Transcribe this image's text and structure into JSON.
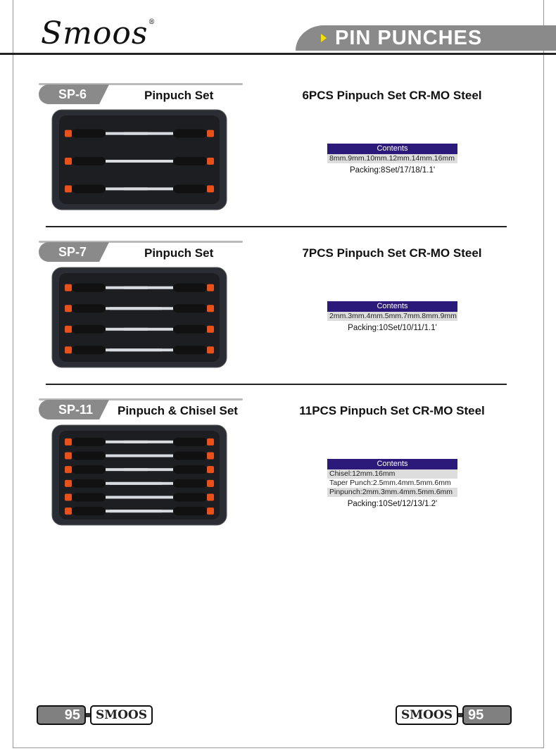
{
  "header": {
    "logo": "Smoos",
    "registered": "®",
    "banner": "PIN PUNCHES"
  },
  "sections": [
    {
      "code": "SP-6",
      "name": "Pinpuch Set",
      "title": "6PCS Pinpuch Set CR-MO Steel",
      "contents_header": "Contents",
      "contents": [
        "8mm.9mm.10mm.12mm.14mm.16mm"
      ],
      "packing": "Packing:8Set/17/18/1.1'"
    },
    {
      "code": "SP-7",
      "name": "Pinpuch Set",
      "title": "7PCS Pinpuch Set CR-MO Steel",
      "contents_header": "Contents",
      "contents": [
        "2mm.3mm.4mm.5mm.7mm.8mm.9mm"
      ],
      "packing": "Packing:10Set/10/11/1.1'"
    },
    {
      "code": "SP-11",
      "name": "Pinpuch & Chisel Set",
      "title": "11PCS Pinpuch Set CR-MO Steel",
      "contents_header": "Contents",
      "contents": [
        "Chisel:12mm.16mm",
        "Taper Punch:2.5mm.4mm.5mm.6mm",
        "Pinpunch:2mm.3mm.4mm.5mm.6mm"
      ],
      "packing": "Packing:10Set/12/13/1.2'"
    }
  ],
  "footer": {
    "left_page": "95",
    "left_brand": "SMOOS",
    "right_brand": "SMOOS",
    "right_page": "95"
  }
}
